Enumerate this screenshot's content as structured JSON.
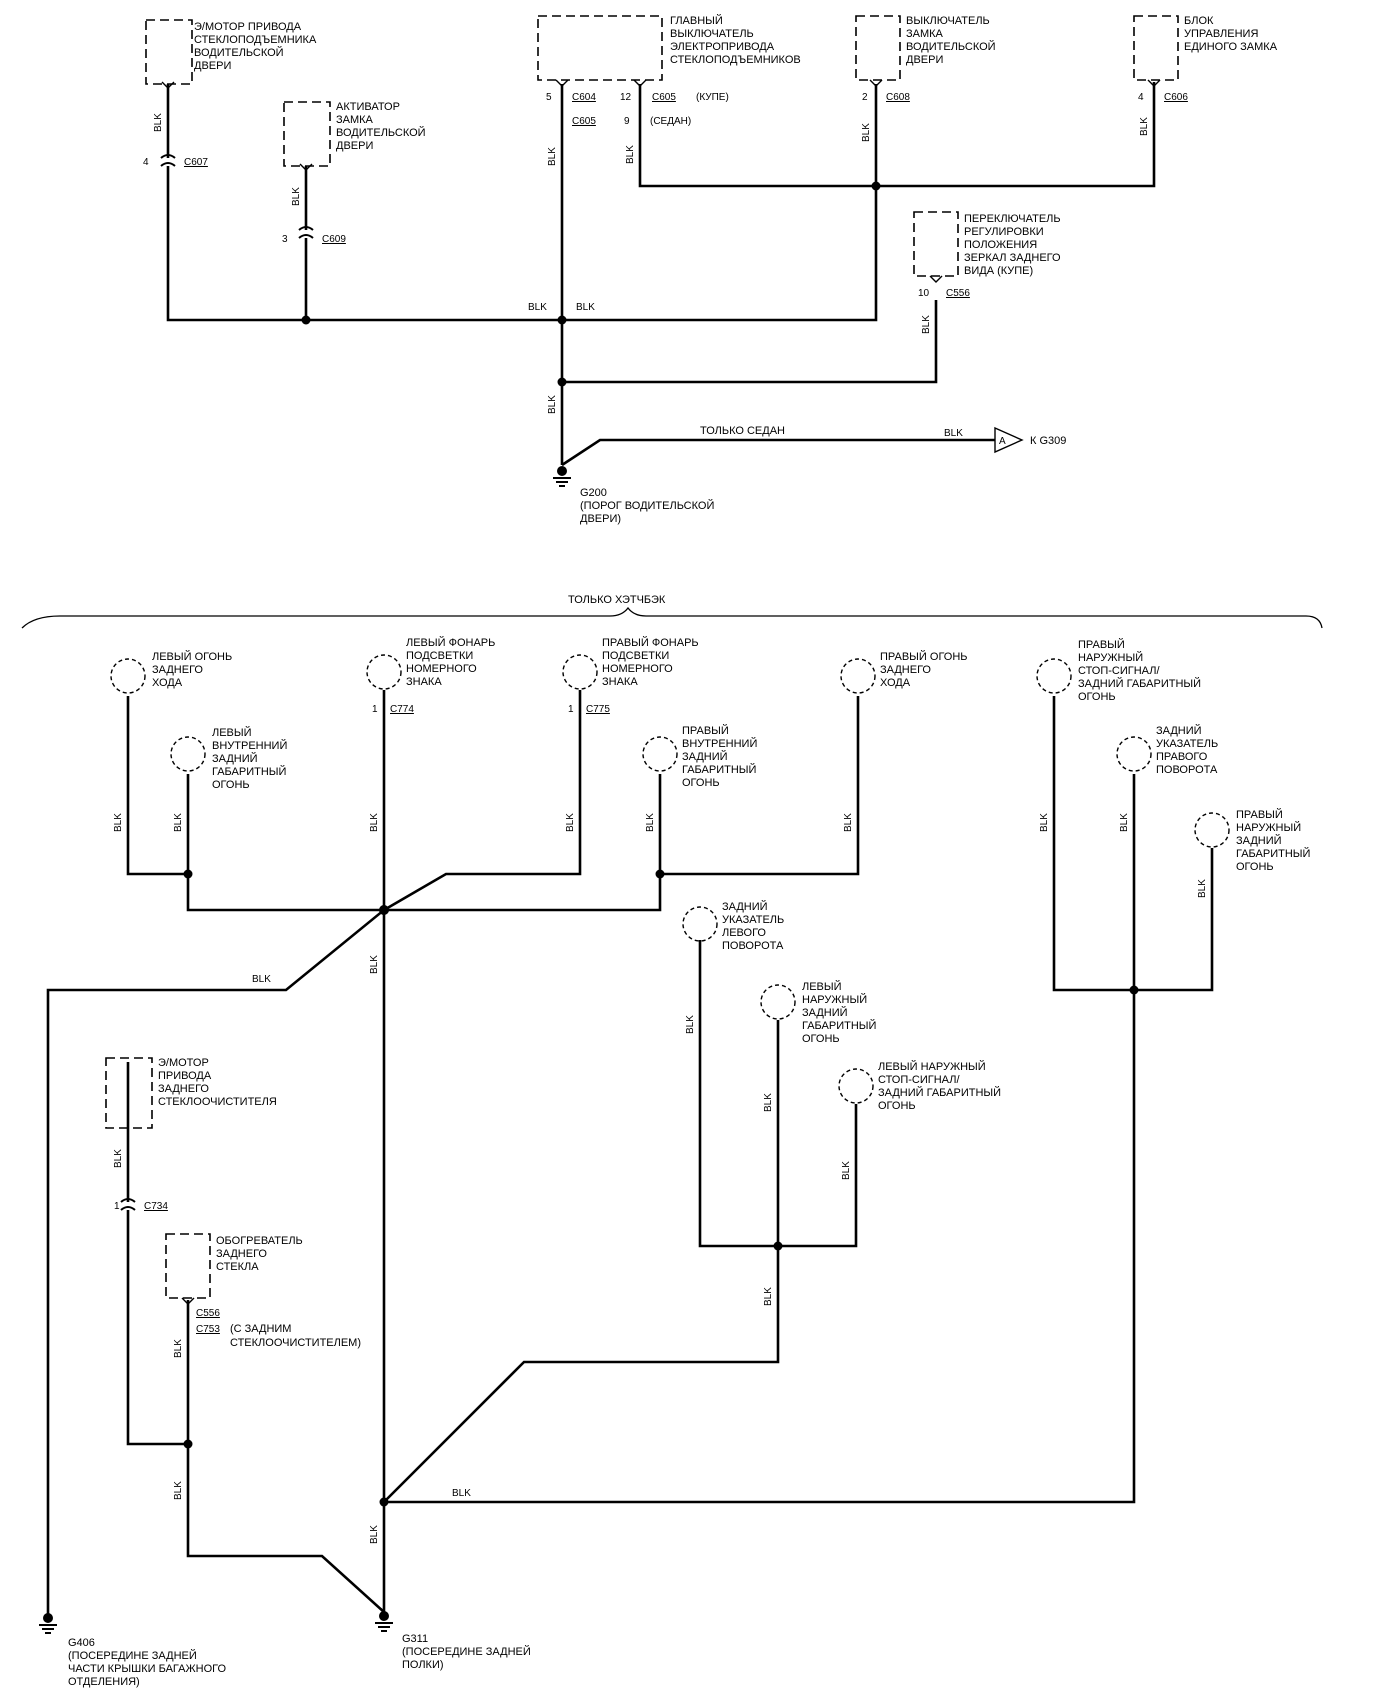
{
  "wire_color": "BLK",
  "components": {
    "window_motor": [
      "Э/МОТОР ПРИВОДА",
      "СТЕКЛОПОДЪЕМНИКА",
      "ВОДИТЕЛЬСКОЙ",
      "ДВЕРИ"
    ],
    "lock_actuator": [
      "АКТИВАТОР",
      "ЗАМКА",
      "ВОДИТЕЛЬСКОЙ",
      "ДВЕРИ"
    ],
    "master_switch": [
      "ГЛАВНЫЙ",
      "ВЫКЛЮЧАТЕЛЬ",
      "ЭЛЕКТРОПРИВОДА",
      "СТЕКЛОПОДЪЕМНИКОВ"
    ],
    "door_lock_switch": [
      "ВЫКЛЮЧАТЕЛЬ",
      "ЗАМКА",
      "ВОДИТЕЛЬСКОЙ",
      "ДВЕРИ"
    ],
    "central_lock_unit": [
      "БЛОК",
      "УПРАВЛЕНИЯ",
      "ЕДИНОГО ЗАМКА"
    ],
    "mirror_switch": [
      "ПЕРЕКЛЮЧАТЕЛЬ",
      "РЕГУЛИРОВКИ",
      "ПОЛОЖЕНИЯ",
      "ЗЕРКАЛ ЗАДНЕГО",
      "ВИДА (КУПЕ)"
    ],
    "left_reverse_lamp": [
      "ЛЕВЫЙ ОГОНЬ",
      "ЗАДНЕГО",
      "ХОДА"
    ],
    "left_plate_lamp": [
      "ЛЕВЫЙ ФОНАРЬ",
      "ПОДСВЕТКИ",
      "НОМЕРНОГО",
      "ЗНАКА"
    ],
    "right_plate_lamp": [
      "ПРАВЫЙ ФОНАРЬ",
      "ПОДСВЕТКИ",
      "НОМЕРНОГО",
      "ЗНАКА"
    ],
    "right_reverse_lamp": [
      "ПРАВЫЙ ОГОНЬ",
      "ЗАДНЕГО",
      "ХОДА"
    ],
    "right_outer_stop": [
      "ПРАВЫЙ",
      "НАРУЖНЫЙ",
      "СТОП-СИГНАЛ/",
      "ЗАДНИЙ ГАБАРИТНЫЙ",
      "ОГОНЬ"
    ],
    "left_inner_tail": [
      "ЛЕВЫЙ",
      "ВНУТРЕННИЙ",
      "ЗАДНИЙ",
      "ГАБАРИТНЫЙ",
      "ОГОНЬ"
    ],
    "right_inner_tail": [
      "ПРАВЫЙ",
      "ВНУТРЕННИЙ",
      "ЗАДНИЙ",
      "ГАБАРИТНЫЙ",
      "ОГОНЬ"
    ],
    "right_turn": [
      "ЗАДНИЙ",
      "УКАЗАТЕЛЬ",
      "ПРАВОГО",
      "ПОВОРОТА"
    ],
    "right_outer_tail": [
      "ПРАВЫЙ",
      "НАРУЖНЫЙ",
      "ЗАДНИЙ",
      "ГАБАРИТНЫЙ",
      "ОГОНЬ"
    ],
    "left_turn": [
      "ЗАДНИЙ",
      "УКАЗАТЕЛЬ",
      "ЛЕВОГО",
      "ПОВОРОТА"
    ],
    "left_outer_tail": [
      "ЛЕВЫЙ",
      "НАРУЖНЫЙ",
      "ЗАДНИЙ",
      "ГАБАРИТНЫЙ",
      "ОГОНЬ"
    ],
    "left_outer_stop": [
      "ЛЕВЫЙ НАРУЖНЫЙ",
      "СТОП-СИГНАЛ/",
      "ЗАДНИЙ ГАБАРИТНЫЙ",
      "ОГОНЬ"
    ],
    "wiper_motor": [
      "Э/МОТОР",
      "ПРИВОДА",
      "ЗАДНЕГО",
      "СТЕКЛООЧИСТИТЕЛЯ"
    ],
    "rear_defroster": [
      "ОБОГРЕВАТЕЛЬ",
      "ЗАДНЕГО",
      "СТЕКЛА"
    ]
  },
  "connectors": {
    "c607": "C607",
    "c609": "C609",
    "c604": "C604",
    "c605a": "C605",
    "c605b": "C605",
    "c608": "C608",
    "c606": "C606",
    "c556a": "C556",
    "c774": "C774",
    "c775": "C775",
    "c734": "C734",
    "c556b": "C556",
    "c753": "C753"
  },
  "pins": {
    "p4a": "4",
    "p3": "3",
    "p5": "5",
    "p12": "12",
    "p9": "9",
    "p2": "2",
    "p4b": "4",
    "p10": "10",
    "p1a": "1",
    "p1b": "1",
    "p1c": "1"
  },
  "notes": {
    "coupe": "(КУПЕ)",
    "sedan": "(СЕДАН)",
    "sedan_only": "ТОЛЬКО СЕДАН",
    "to_g309": "К G309",
    "arrow_letter": "A",
    "hatchback_only": "ТОЛЬКО ХЭТЧБЭК",
    "with_wiper": [
      "(С ЗАДНИМ",
      "СТЕКЛООЧИСТИТЕЛЕМ)"
    ]
  },
  "grounds": {
    "g200": [
      "G200",
      "(ПОРОГ ВОДИТЕЛЬСКОЙ",
      "ДВЕРИ)"
    ],
    "g311": [
      "G311",
      "(ПОСЕРЕДИНЕ ЗАДНЕЙ",
      "ПОЛКИ)"
    ],
    "g406": [
      "G406",
      "(ПОСЕРЕДИНЕ ЗАДНЕЙ",
      "ЧАСТИ КРЫШКИ БАГАЖНОГО",
      "ОТДЕЛЕНИЯ)"
    ]
  }
}
